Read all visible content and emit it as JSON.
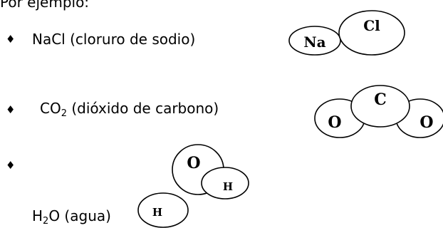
{
  "heading": "Por ejemplo:",
  "bullet_glyph": "♦",
  "items": [
    {
      "formula_main": "NaCl",
      "formula_sub": "",
      "formula_rest": "",
      "description": " (cloruro de sodio)",
      "atoms": [
        "Na",
        "Cl"
      ]
    },
    {
      "formula_main": "CO",
      "formula_sub": "2",
      "formula_rest": "",
      "description": " (dióxido de carbono)",
      "atoms": [
        "O",
        "C",
        "O"
      ]
    },
    {
      "formula_main": "H",
      "formula_sub": "2",
      "formula_rest": "O",
      "description": " (agua)",
      "atoms": [
        "O",
        "H",
        "H"
      ]
    }
  ]
}
